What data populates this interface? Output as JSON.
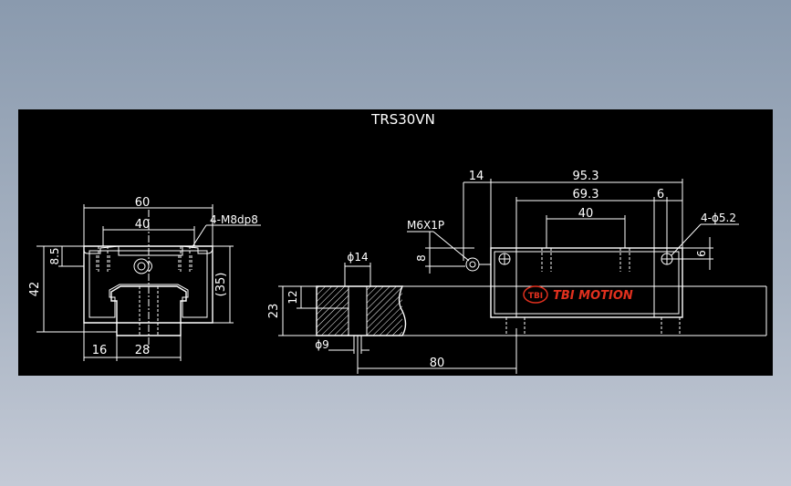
{
  "title": "TRS30VN",
  "colors": {
    "background_top": "#8a9aae",
    "background_bottom": "#c4cad6",
    "drawing_bg": "#000000",
    "line": "#ffffff",
    "brand": "#e0301e"
  },
  "front_view": {
    "dim_width": "60",
    "dim_bolt_spacing": "40",
    "callout_tapped": "4-M8dp8",
    "dim_height_total": "42",
    "dim_height_top": "8.5",
    "dim_ref_35": "(35)",
    "dim_rail_offset": "16",
    "dim_rail_width": "28"
  },
  "rail_section": {
    "dim_hole_dia": "ϕ14",
    "dim_counterbore_depth": "12",
    "dim_rail_height": "23",
    "dim_through_dia": "ϕ9",
    "dim_pitch": "80"
  },
  "side_view": {
    "callout_grease": "M6X1P",
    "dim_grease_height": "8",
    "dim_overall": "95.3",
    "dim_grease_offset": "14",
    "dim_body": "69.3",
    "dim_bolt_spacing": "40",
    "dim_end_offset": "6",
    "callout_holes": "4-ϕ5.2",
    "dim_hole_height": "6",
    "brand_logo_text": "TBI",
    "brand_name": "TBI MOTION"
  }
}
